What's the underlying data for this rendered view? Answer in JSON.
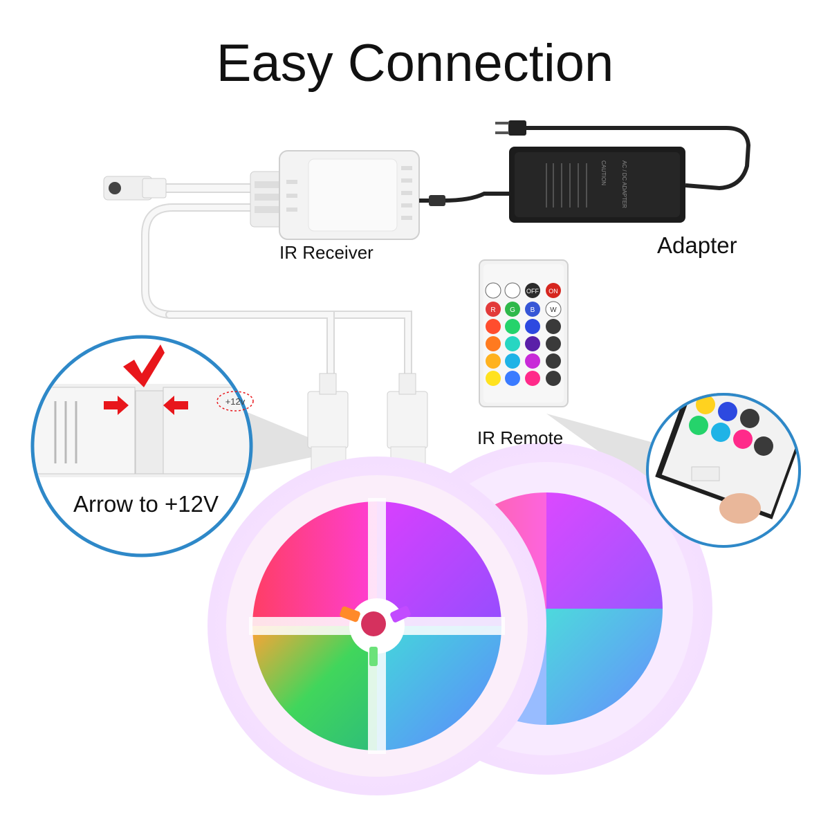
{
  "title": "Easy Connection",
  "labels": {
    "ir_receiver": "IR Receiver",
    "adapter": "Adapter",
    "ir_remote": "IR Remote",
    "arrow_hint": "Arrow to +12V",
    "plus_12v_marker": "+12v"
  },
  "adapter_text": {
    "top": "AC / DC ADAPTER",
    "caution": "CAUTION"
  },
  "remote_buttons": {
    "off": "OFF",
    "on": "ON",
    "r": "R",
    "g": "G",
    "b": "B",
    "w": "W"
  },
  "colors": {
    "callout_ring": "#2e88c8",
    "checkmark": "#e8161b",
    "arrows": "#e8161b",
    "cable": "#f4f4f4",
    "adapter_body": "#1c1c1c",
    "remote_body": "#f2f2f2",
    "off_button": "#2b2b2b",
    "on_button": "#d6261f"
  },
  "icons": [
    "checkmark-icon",
    "arrow-right-icon",
    "arrow-left-icon",
    "power-plug-icon",
    "dc-jack-icon"
  ]
}
